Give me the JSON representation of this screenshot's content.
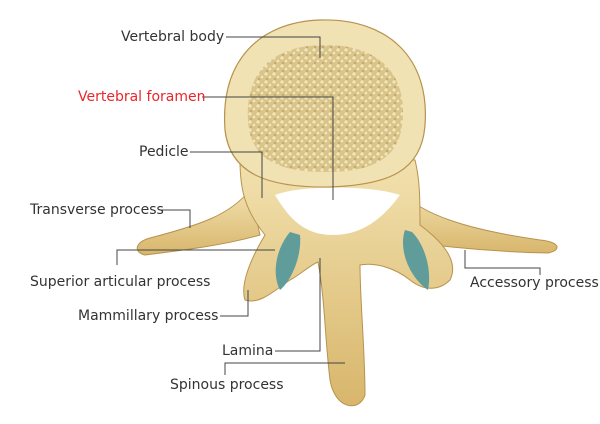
{
  "labels": {
    "vertebral_body": "Vertebral body",
    "vertebral_foramen": "Vertebral foramen",
    "pedicle": "Pedicle",
    "transverse_process": "Transverse process",
    "superior_articular_process": "Superior articular process",
    "accessory_process": "Accessory process",
    "mammillary_process": "Mammillary process",
    "lamina": "Lamina",
    "spinous_process": "Spinous process"
  },
  "colors": {
    "highlight": "#e8262b",
    "bone": "#e9d49a",
    "facet": "#5f9c9a",
    "label": "#333333"
  }
}
